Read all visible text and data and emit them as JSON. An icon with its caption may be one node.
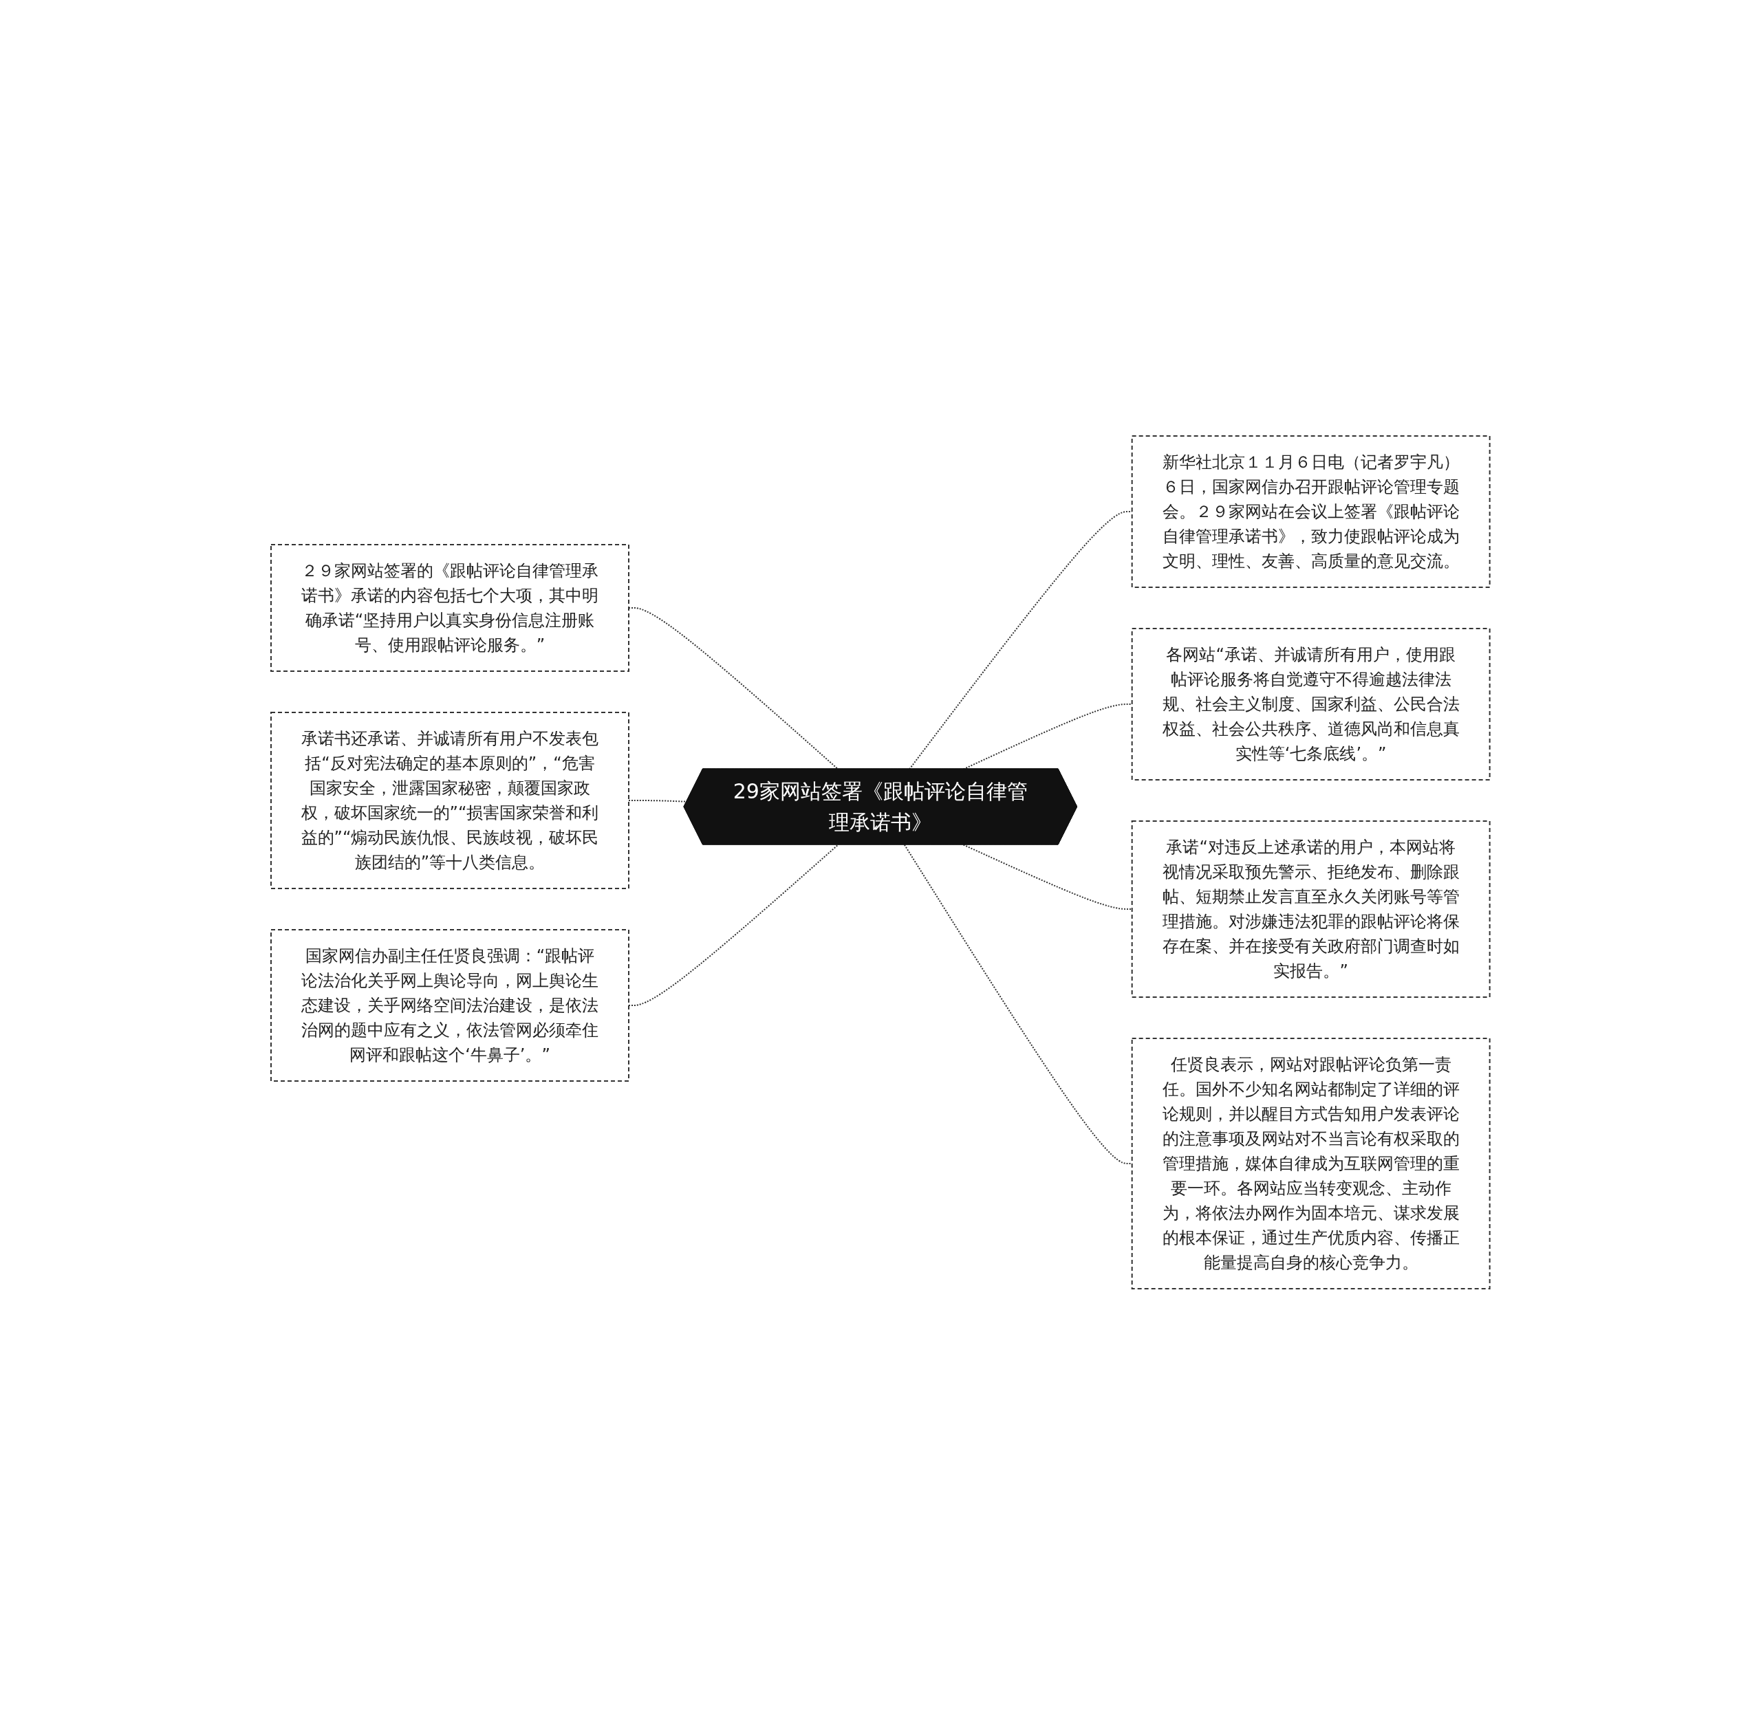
{
  "diagram": {
    "nodes": [
      {
        "text": [
          "29家网站签署《跟帖评论自律管理承诺书》"
        ]
      },
      {
        "text": [
          "新华社北京１１月６日电（记者罗宇凡）６日，国家网信办召开跟帖评论管理专题会。２９家网站在会议上签署《跟帖评论自律管理承诺书》，致力使跟帖评论成为文明、理性、友善、高质量的意见交流。"
        ]
      },
      {
        "text": [
          "各网站“承诺、并诚请所有用户，使用跟帖评论服务将自觉遵守不得逾越法律法规、社会主义制度、国家利益、公民合法权益、社会公共秩序、道德风尚和信息真实性等‘七条底线’。”"
        ]
      },
      {
        "text": [
          "承诺“对违反上述承诺的用户，本网站将视情况采取预先警示、拒绝发布、删除跟帖、短期禁止发言直至永久关闭账号等管理措施。对涉嫌违法犯罪的跟帖评论将保存在案、并在接受有关政府部门调查时如实报告。”"
        ]
      },
      {
        "text": [
          "任贤良表示，网站对跟帖评论负第一责任。国外不少知名网站都制定了详细的评论规则，并以醒目方式告知用户发表评论的注意事项及网站对不当言论有权采取的管理措施，媒体自律成为互联网管理的重要一环。各网站应当转变观念、主动作为，将依法办网作为固本培元、谋求发展的根本保证，通过生产优质内容、传播正能量提高自身的核心竞争力。"
        ]
      },
      {
        "text": [
          "２９家网站签署的《跟帖评论自律管理承诺书》承诺的内容包括七个大项，其中明确承诺“坚持用户以真实身份信息注册账号、使用跟帖评论服务。”"
        ]
      },
      {
        "text": [
          "承诺书还承诺、并诚请所有用户不发表包括“反对宪法确定的基本原则的”，“危害国家安全，泄露国家秘密，颠覆国家政权，破坏国家统一的”“损害国家荣誉和利益的”“煽动民族仇恨、民族歧视，破坏民族团结的”等十八类信息。"
        ]
      },
      {
        "text": [
          "国家网信办副主任任贤良强调：“跟帖评论法治化关乎网上舆论导向，网上舆论生态建设，关乎网络空间法治建设，是依法治网的题中应有之义，依法管网必须牵住网评和跟帖这个‘牛鼻子’。”"
        ]
      }
    ],
    "edges": [
      {
        "from": 0,
        "to": 1,
        "arrow": "none",
        "style": "dashed"
      },
      {
        "from": 0,
        "to": 2,
        "arrow": "none",
        "style": "dashed"
      },
      {
        "from": 0,
        "to": 3,
        "arrow": "none",
        "style": "dashed"
      },
      {
        "from": 0,
        "to": 4,
        "arrow": "none",
        "style": "dashed"
      },
      {
        "from": 0,
        "to": 5,
        "arrow": "none",
        "style": "dashed"
      },
      {
        "from": 0,
        "to": 6,
        "arrow": "none",
        "style": "dashed"
      },
      {
        "from": 0,
        "to": 7,
        "arrow": "none",
        "style": "dashed"
      }
    ]
  }
}
